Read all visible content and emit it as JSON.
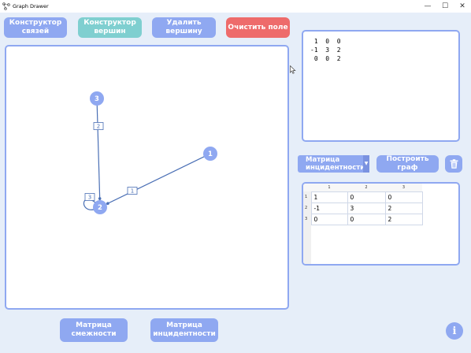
{
  "window": {
    "title": "Graph Drawer",
    "controls": {
      "minimize": "—",
      "maximize": "☐",
      "close": "✕"
    }
  },
  "toolbar": {
    "edge_constructor": "Конструктор связей",
    "vertex_constructor": "Конструктор вершин",
    "delete_vertex": "Удалить вершину",
    "clear_field": "Очистить поле"
  },
  "graph": {
    "nodes": [
      {
        "id": "1",
        "label": "1"
      },
      {
        "id": "2",
        "label": "2"
      },
      {
        "id": "3",
        "label": "3"
      }
    ],
    "edges": [
      {
        "from": "3",
        "to": "2",
        "weight": "2"
      },
      {
        "from": "1",
        "to": "2",
        "weight": "1"
      },
      {
        "from": "2",
        "to": "2",
        "weight": "3"
      }
    ],
    "colors": {
      "node": "#8fa8f1",
      "edge": "#4a6fb5",
      "node_text": "#ffffff"
    }
  },
  "matrix_text": " 1  0  0\n-1  3  2\n 0  0  2",
  "right_panel": {
    "matrix_type": "Матрица инцидентности",
    "build_graph": "Построить граф",
    "delete_icon": "trash-icon"
  },
  "table": {
    "columns": [
      "1",
      "2",
      "3"
    ],
    "rows": [
      {
        "header": "1",
        "cells": [
          "1",
          "0",
          "0"
        ]
      },
      {
        "header": "2",
        "cells": [
          "-1",
          "3",
          "2"
        ]
      },
      {
        "header": "3",
        "cells": [
          "0",
          "0",
          "2"
        ]
      }
    ]
  },
  "bottom": {
    "adjacency_matrix": "Матрица смежности",
    "incidence_matrix": "Матрица инцидентности",
    "info": "i"
  },
  "colors": {
    "accent": "#8fa8f1",
    "teal": "#7fcfd0",
    "danger": "#ee6b6b",
    "background": "#e6eef9"
  }
}
